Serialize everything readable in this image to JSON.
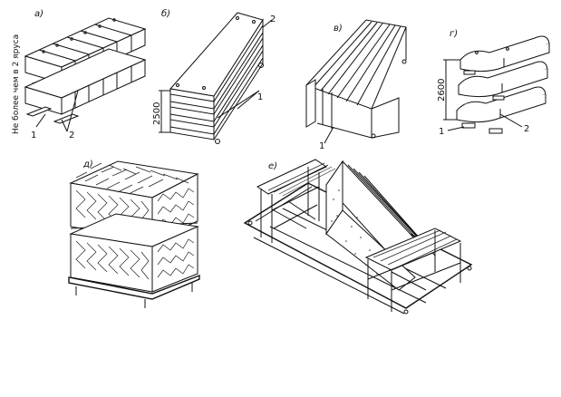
{
  "panels": {
    "a": {
      "label": "а)",
      "side_text": "Не более чем в 2 яруса",
      "callout_1": "1",
      "callout_2": "2"
    },
    "b": {
      "label": "б)",
      "callout_2": "2",
      "callout_1": "1",
      "dimension": "2500"
    },
    "v": {
      "label": "в)",
      "callout_1": "1"
    },
    "g": {
      "label": "г)",
      "dimension": "2600",
      "callout_1": "1",
      "callout_2": "2"
    },
    "d": {
      "label": "д)"
    },
    "e": {
      "label": "е)"
    }
  }
}
